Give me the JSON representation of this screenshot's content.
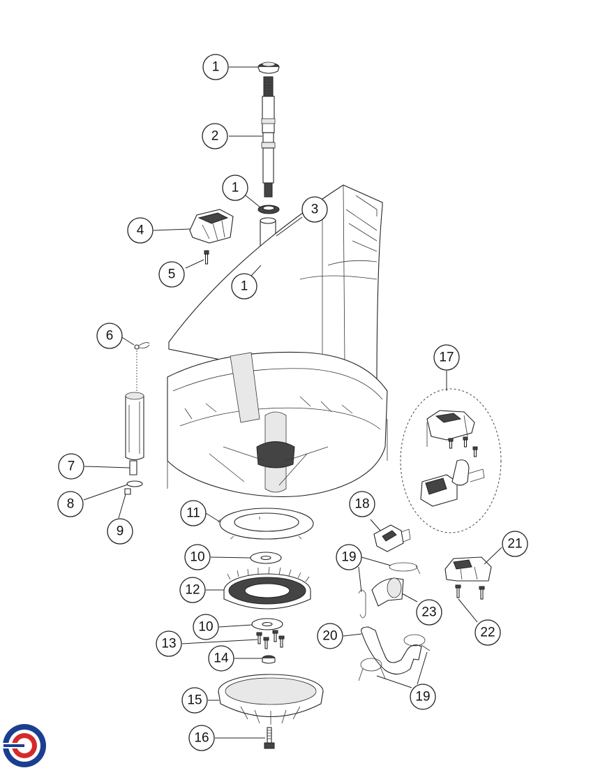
{
  "diagram": {
    "labels": {
      "c1_top": "1",
      "c2": "2",
      "c1_mid": "1",
      "c3": "3",
      "c4": "4",
      "c5": "5",
      "c1_bot": "1",
      "c6": "6",
      "c7": "7",
      "c8": "8",
      "c9": "9",
      "c11": "11",
      "c10_top": "10",
      "c12": "12",
      "c10_bot": "10",
      "c13": "13",
      "c14": "14",
      "c15": "15",
      "c16": "16",
      "c17": "17",
      "c18": "18",
      "c19_top": "19",
      "c23": "23",
      "c20": "20",
      "c19_bot": "19",
      "c21": "21",
      "c22": "22"
    },
    "logo": {
      "colors": [
        "#1b3f8f",
        "#d42a2a"
      ]
    }
  }
}
